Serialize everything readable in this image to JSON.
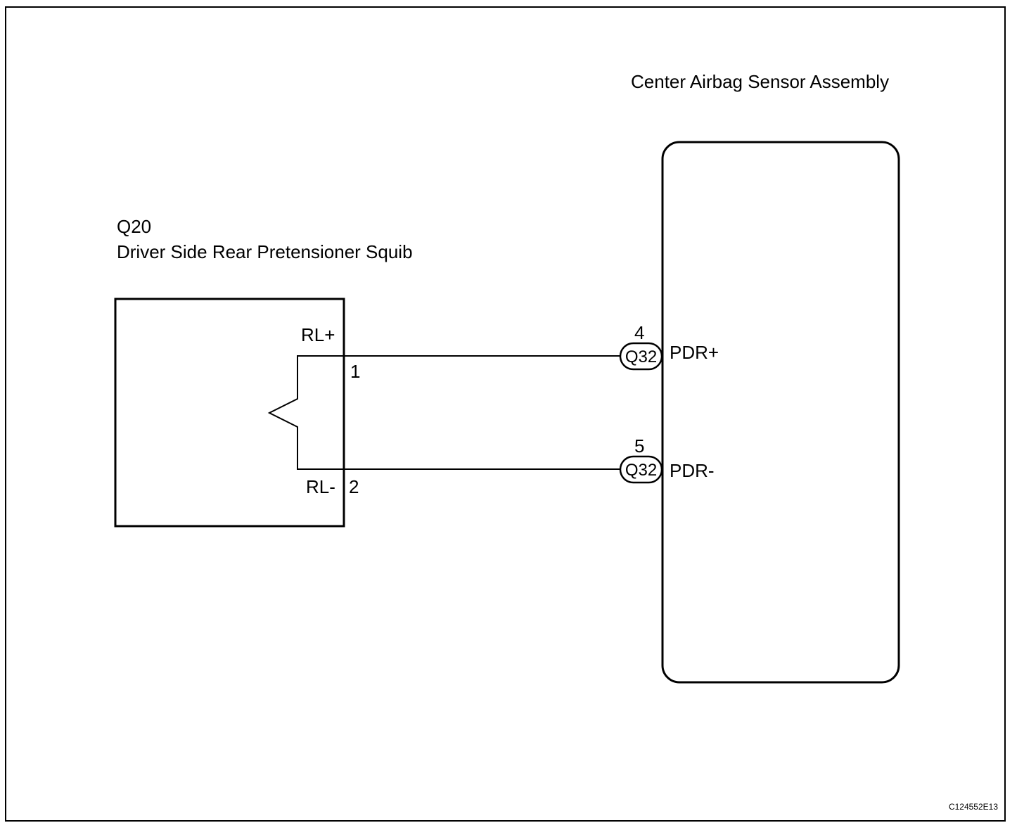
{
  "colors": {
    "line": "#000000",
    "background": "#ffffff"
  },
  "components": {
    "squib": {
      "code": "Q20",
      "name": "Driver Side Rear Pretensioner Squib",
      "pins": [
        {
          "label": "RL+",
          "number": "1"
        },
        {
          "label": "RL-",
          "number": "2"
        }
      ]
    },
    "sensor": {
      "name": "Center Airbag Sensor Assembly",
      "pins": [
        {
          "label": "PDR+",
          "number": "4",
          "connector": "Q32"
        },
        {
          "label": "PDR-",
          "number": "5",
          "connector": "Q32"
        }
      ]
    }
  },
  "figure_code": "C124552E13"
}
